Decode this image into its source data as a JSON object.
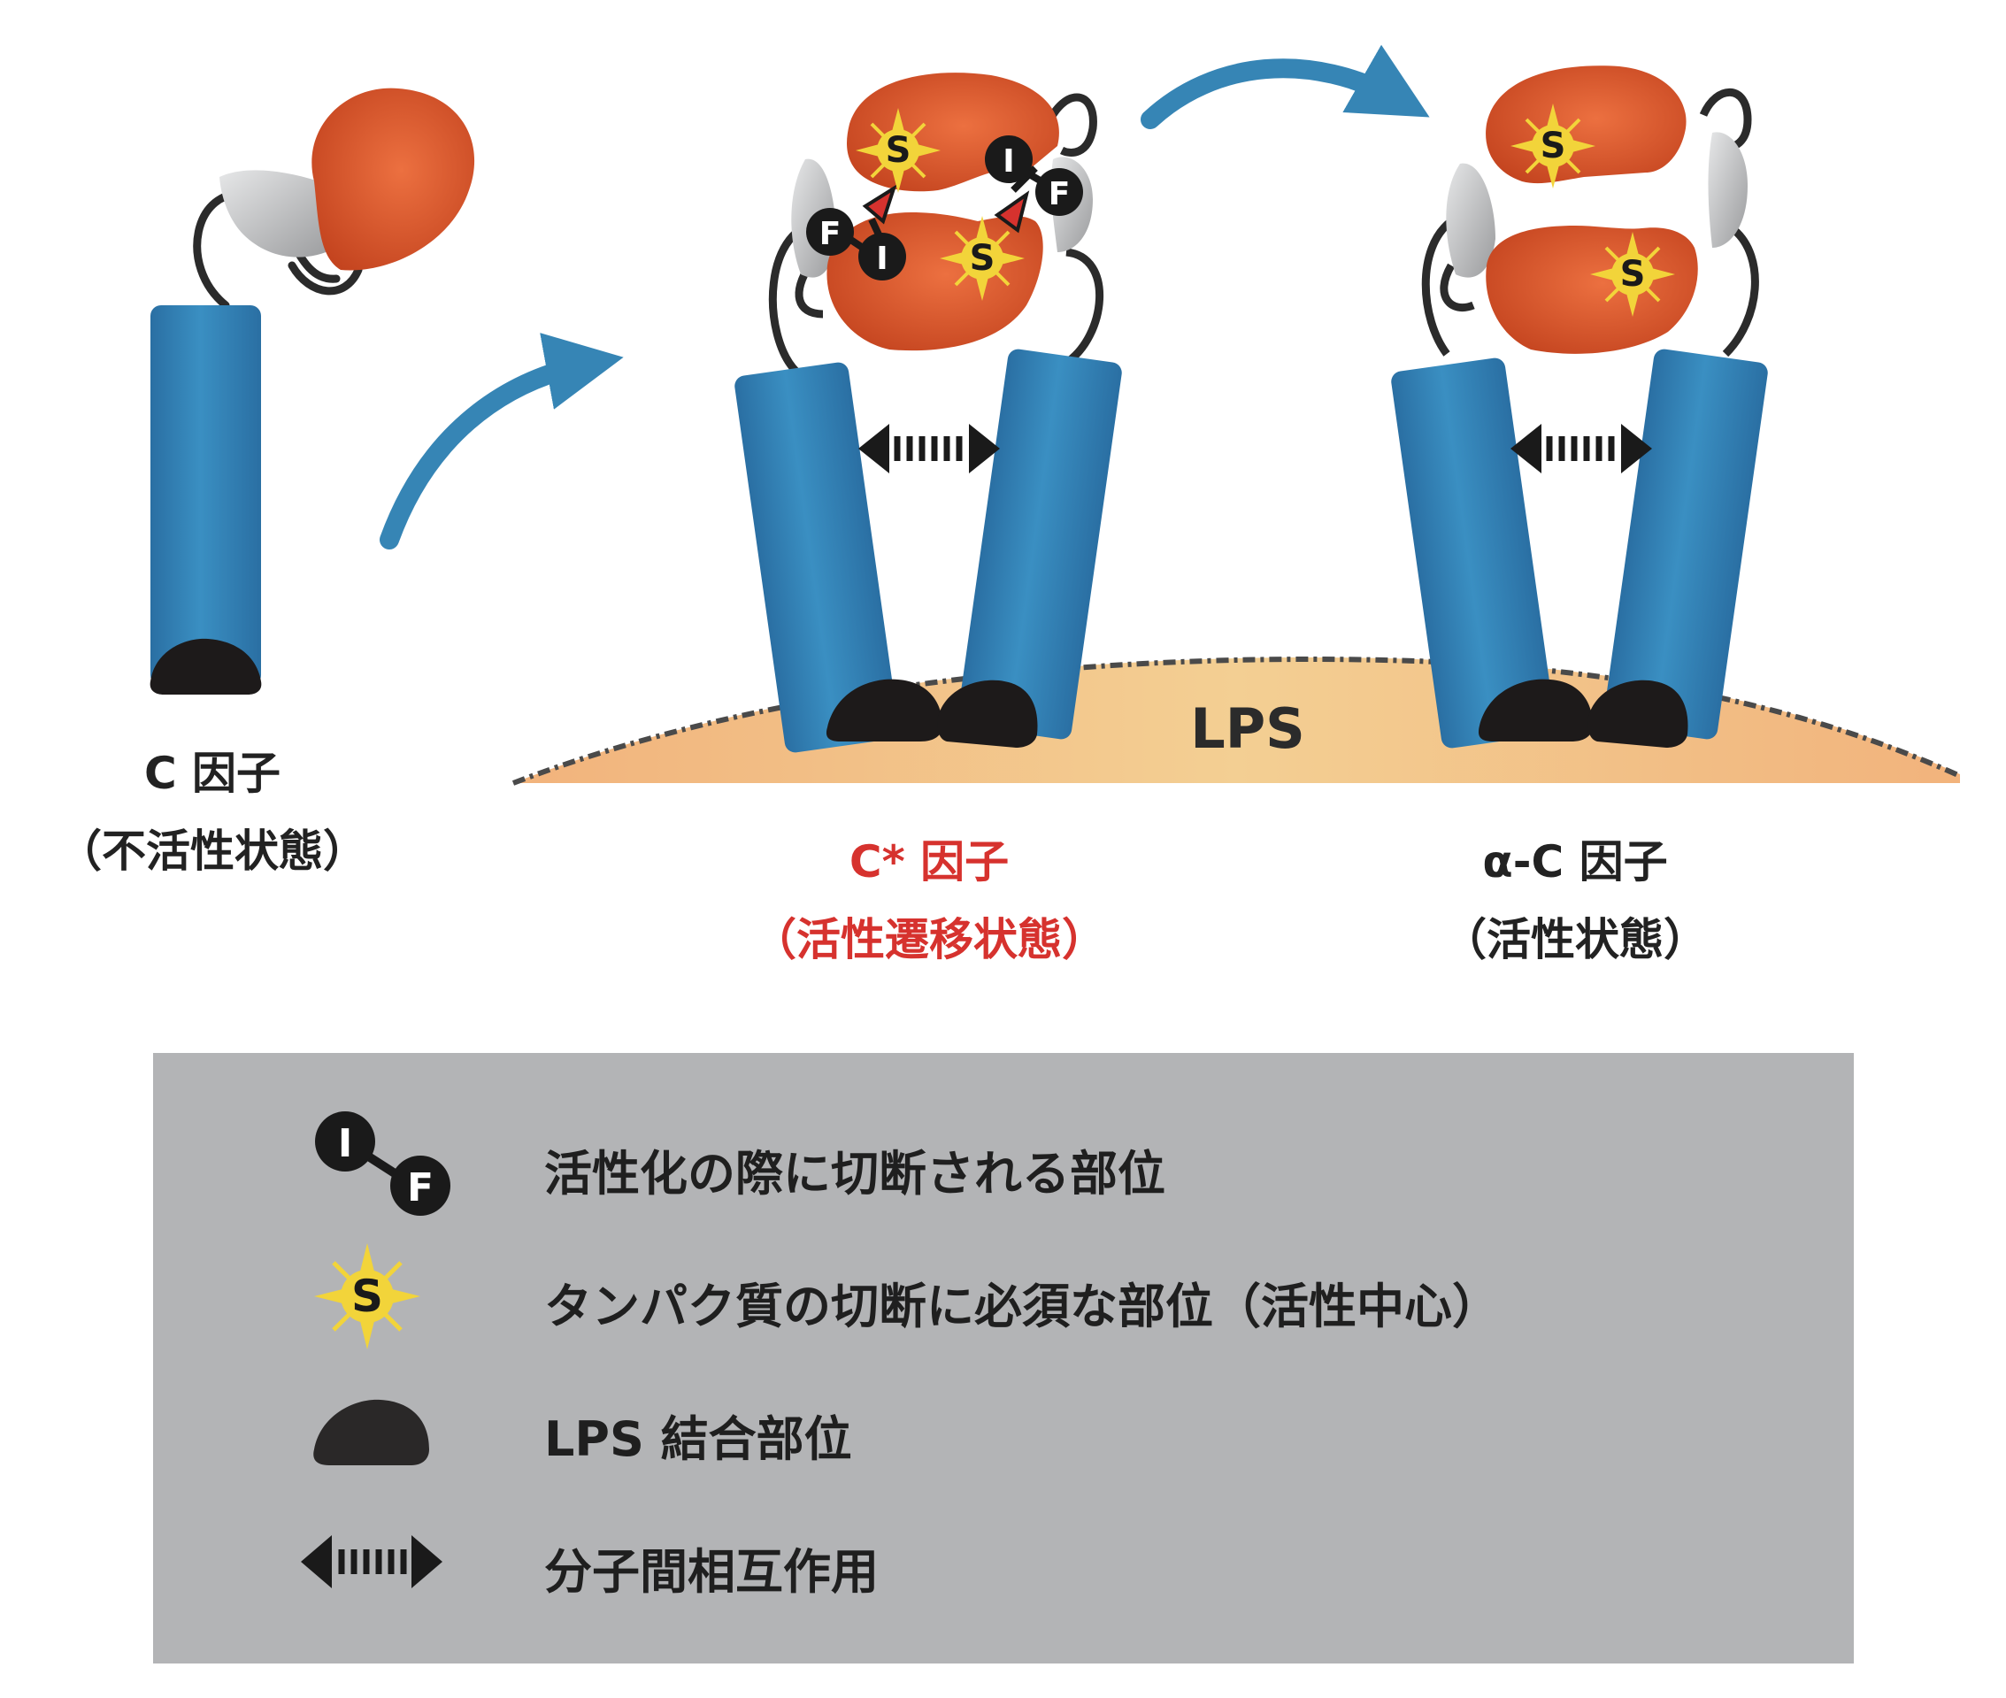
{
  "states": [
    {
      "name": "C 因子",
      "state": "（不活性状態）"
    },
    {
      "name": "C* 因子",
      "state": "（活性遷移状態）"
    },
    {
      "name": "α-C 因子",
      "state": "（活性状態）"
    }
  ],
  "surface_label": "LPS",
  "markers": {
    "i": "I",
    "f": "F",
    "s": "S"
  },
  "legend": [
    {
      "icon": "cleavage-site-icon",
      "text": "活性化の際に切断される部位"
    },
    {
      "icon": "active-site-star-icon",
      "text": "タンパク質の切断に必須な部位（活性中心）"
    },
    {
      "icon": "lps-binding-site-icon",
      "text": "LPS 結合部位"
    },
    {
      "icon": "double-arrow-icon",
      "text": "分子間相互作用"
    }
  ],
  "colors": {
    "rod": "#2f7fb0",
    "protease": "#d55228",
    "hinge": "#b7b8ba",
    "lps": "#f0c089",
    "arrow": "#3685b5",
    "highlight": "#d6322e",
    "legend_bg": "#b3b4b6",
    "star": "#f2d43a"
  }
}
